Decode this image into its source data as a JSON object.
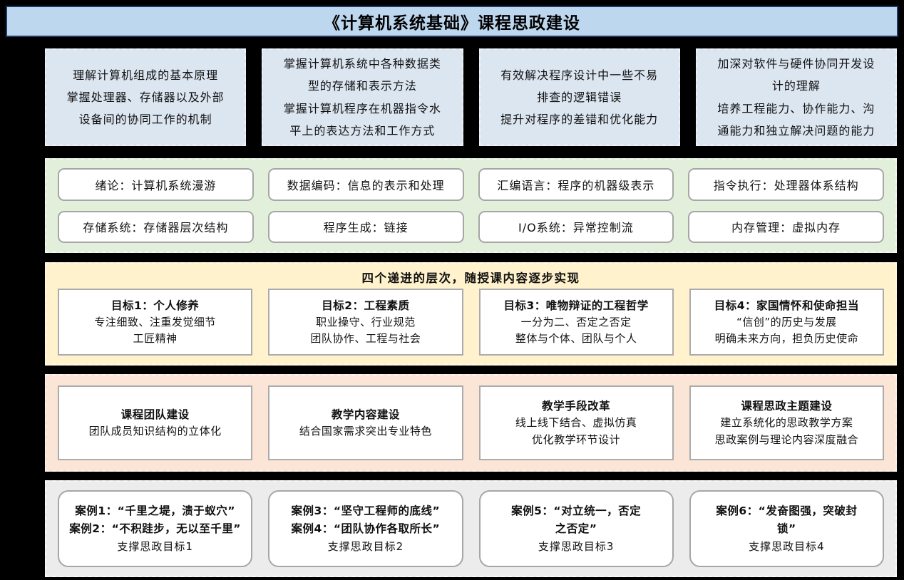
{
  "title": "《计算机系统基础》课程思政建设",
  "colors": {
    "page_background": "#000000",
    "title_fill": "#bdd7ee",
    "title_border": "#203864",
    "objective_fill": "#dce6f1",
    "chapters_fill": "#e2efda",
    "goals_fill": "#fff2cc",
    "construction_fill": "#fbe5d6",
    "cases_fill": "#ececec",
    "inner_box_border": "#a6a6a6"
  },
  "objectives": [
    {
      "text": "理解计算机组成的基本原理\n掌握处理器、存储器以及外部\n设备间的协同工作的机制"
    },
    {
      "text": "掌握计算机系统中各种数据类\n型的存储和表示方法\n掌握计算机程序在机器指令水\n平上的表达方法和工作方式"
    },
    {
      "text": "有效解决程序设计中一些不易\n排查的逻辑错误\n提升对程序的差错和优化能力"
    },
    {
      "text": "加深对软件与硬件协同开发设\n计的理解\n培养工程能力、协作能力、沟\n通能力和独立解决问题的能力"
    }
  ],
  "chapters": [
    "绪论：计算机系统漫游",
    "数据编码：信息的表示和处理",
    "汇编语言：程序的机器级表示",
    "指令执行：处理器体系结构",
    "存储系统：存储器层次结构",
    "程序生成：链接",
    "I/O系统：异常控制流",
    "内存管理：虚拟内存"
  ],
  "goals": {
    "header": "四个递进的层次，随授课内容逐步实现",
    "items": [
      {
        "title": "目标1：个人修养",
        "body": "专注细致、注重发觉细节\n工匠精神"
      },
      {
        "title": "目标2：工程素质",
        "body": "职业操守、行业规范\n团队协作、工程与社会"
      },
      {
        "title": "目标3：唯物辩证的工程哲学",
        "body": "一分为二、否定之否定\n整体与个体、团队与个人"
      },
      {
        "title": "目标4：家国情怀和使命担当",
        "body": "“信创”的历史与发展\n明确未来方向，担负历史使命"
      }
    ]
  },
  "construction": [
    {
      "title": "课程团队建设",
      "body": "团队成员知识结构的立体化"
    },
    {
      "title": "教学内容建设",
      "body": "结合国家需求突出专业特色"
    },
    {
      "title": "教学手段改革",
      "body": "线上线下结合、虚拟仿真\n优化教学环节设计"
    },
    {
      "title": "课程思政主题建设",
      "body": "建立系统化的思政教学方案\n思政案例与理论内容深度融合"
    }
  ],
  "cases": [
    {
      "body": "案例1：“千里之堤，溃于蚁穴”\n案例2：“不积跬步，无以至千里”",
      "support": "支撑思政目标1"
    },
    {
      "body": "案例3：“坚守工程师的底线”\n案例4：“团队协作各取所长”",
      "support": "支撑思政目标2"
    },
    {
      "body": "案例5：“对立统一，否定\n之否定”",
      "support": "支撑思政目标3"
    },
    {
      "body": "案例6：“发奋图强，突破封\n锁”",
      "support": "支撑思政目标4"
    }
  ]
}
